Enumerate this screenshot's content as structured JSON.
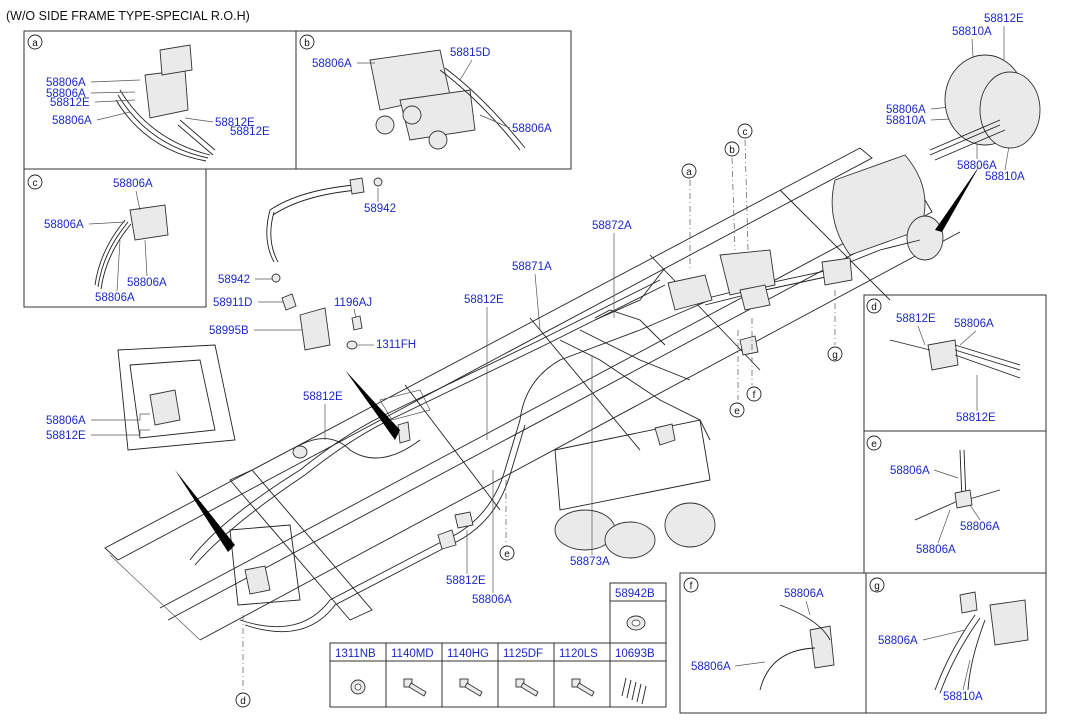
{
  "header": {
    "title": "(W/O SIDE FRAME TYPE-SPECIAL R.O.H)"
  },
  "panels": {
    "a": {
      "letter": "a",
      "labels": [
        "58806A",
        "58806A",
        "58812E",
        "58806A",
        "58812E",
        "58812E"
      ]
    },
    "b": {
      "letter": "b",
      "labels": [
        "58806A",
        "58815D",
        "58806A"
      ]
    },
    "c": {
      "letter": "c",
      "labels": [
        "58806A",
        "58806A",
        "58806A",
        "58806A"
      ]
    },
    "d": {
      "letter": "d",
      "labels": [
        "58812E",
        "58806A",
        "58812E"
      ]
    },
    "e": {
      "letter": "e",
      "labels": [
        "58806A",
        "58806A",
        "58806A"
      ]
    },
    "f": {
      "letter": "f",
      "labels": [
        "58806A",
        "58806A"
      ]
    },
    "g": {
      "letter": "g",
      "labels": [
        "58806A",
        "58810A"
      ]
    }
  },
  "main_labels": {
    "l1": "58942",
    "l2": "58942",
    "l3": "58911D",
    "l4": "1196AJ",
    "l5": "58995B",
    "l6": "1311FH",
    "l7": "58806A",
    "l8": "58812E",
    "l9": "58812E",
    "l10": "58812E",
    "l11": "58871A",
    "l12": "58872A",
    "l13": "58873A",
    "l14": "58812E",
    "l15": "58806A",
    "l16": "58812E",
    "l17": "58810A",
    "l18": "58806A",
    "l19": "58810A",
    "l20": "58806A",
    "l21": "58810A"
  },
  "callouts": [
    "a",
    "b",
    "c",
    "d",
    "e",
    "e",
    "f",
    "g"
  ],
  "parts_table": {
    "single": {
      "code": "58942B"
    },
    "items": [
      {
        "code": "1311NB"
      },
      {
        "code": "1140MD"
      },
      {
        "code": "1140HG"
      },
      {
        "code": "1125DF"
      },
      {
        "code": "1120LS"
      },
      {
        "code": "10693B"
      }
    ]
  }
}
